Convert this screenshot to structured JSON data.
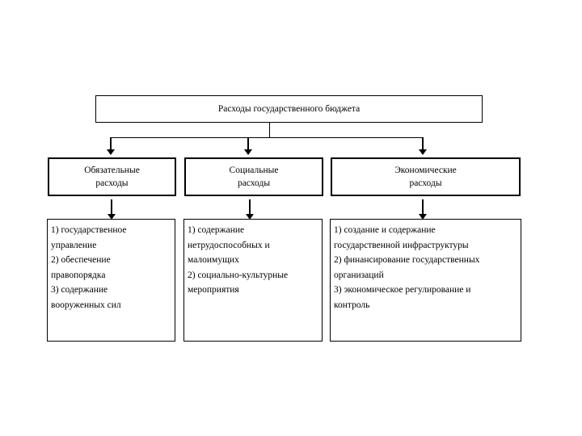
{
  "diagram": {
    "title": "Расходы государственного бюджета",
    "colors": {
      "background": "#ffffff",
      "line": "#000000",
      "text": "#000000",
      "box_fill": "#ffffff"
    },
    "root": {
      "label": "Расходы государственного бюджета"
    },
    "branches": [
      {
        "id": "mandatory",
        "header": "Обязательные\nрасходы",
        "details": "1) государственное\nуправление\n2) обеспечение\nправопорядка\n3) содержание\nвооруженных сил",
        "items": [
          "1) государственное управление",
          "2) обеспечение правопорядка",
          "3) содержание вооруженных сил"
        ]
      },
      {
        "id": "social",
        "header": "Социальные\nрасходы",
        "details": "1) содержание\nнетрудоспособных и\nмалоимущих\n2) социально-культурные\nмероприятия",
        "items": [
          "1) содержание нетрудоспособных и малоимущих",
          "2) социально-культурные мероприятия"
        ]
      },
      {
        "id": "economic",
        "header": "Экономические\nрасходы",
        "details": "1) создание и содержание\nгосударственной инфраструктуры\n2) финансирование государственных\nорганизаций\n3) экономическое регулирование и\nконтроль",
        "items": [
          "1) создание и содержание государственной инфраструктуры",
          "2) финансирование государственных организаций",
          "3) экономическое регулирование и контроль"
        ]
      }
    ]
  }
}
